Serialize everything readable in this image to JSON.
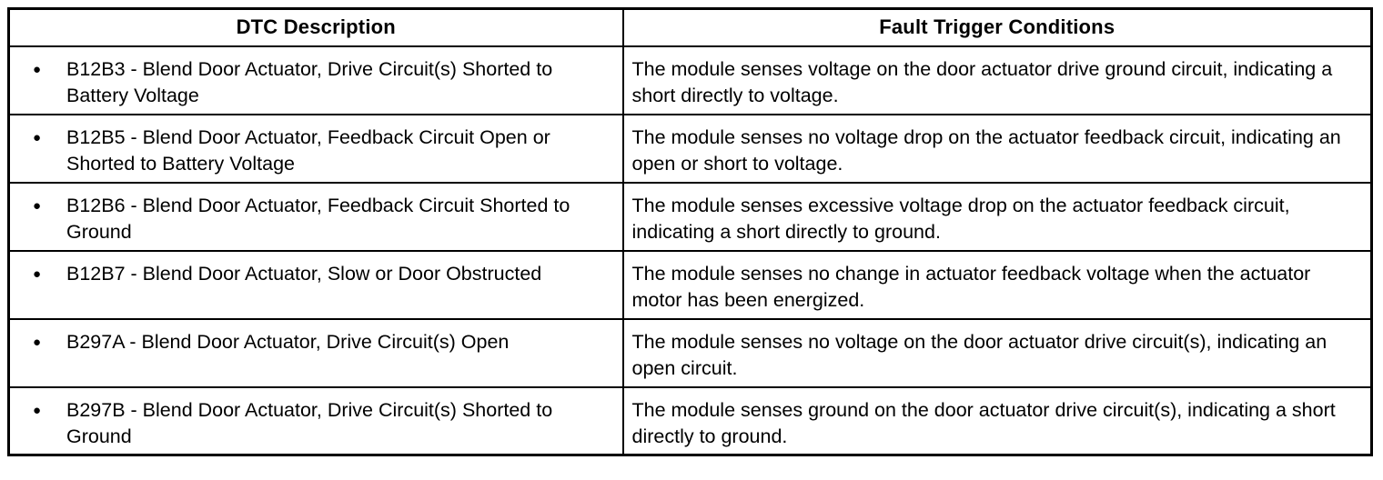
{
  "table": {
    "headers": {
      "dtc": "DTC Description",
      "conditions": "Fault Trigger Conditions"
    },
    "rows": [
      {
        "dtc": "B12B3 - Blend Door Actuator, Drive Circuit(s) Shorted to Battery Voltage",
        "condition": "The module senses voltage on the door actuator drive ground circuit, indicating a short directly to voltage."
      },
      {
        "dtc": "B12B5 - Blend Door Actuator, Feedback Circuit Open or Shorted to Battery Voltage",
        "condition": "The module senses no voltage drop on the actuator feedback circuit, indicating an open or short to voltage."
      },
      {
        "dtc": "B12B6 - Blend Door Actuator, Feedback Circuit Shorted to Ground",
        "condition": "The module senses excessive voltage drop on the actuator feedback circuit, indicating a short directly to ground."
      },
      {
        "dtc": "B12B7 - Blend Door Actuator, Slow or Door Obstructed",
        "condition": "The module senses no change in actuator feedback voltage when the actuator motor has been energized."
      },
      {
        "dtc": "B297A - Blend Door Actuator, Drive Circuit(s) Open",
        "condition": "The module senses no voltage on the door actuator drive circuit(s), indicating an open circuit."
      },
      {
        "dtc": "B297B - Blend Door Actuator, Drive Circuit(s) Shorted to Ground",
        "condition": "The module senses ground on the door actuator drive circuit(s), indicating a short directly to ground."
      }
    ]
  },
  "icons": {
    "bullet": "●"
  },
  "colors": {
    "border": "#000000",
    "text": "#000000",
    "background": "#ffffff"
  }
}
